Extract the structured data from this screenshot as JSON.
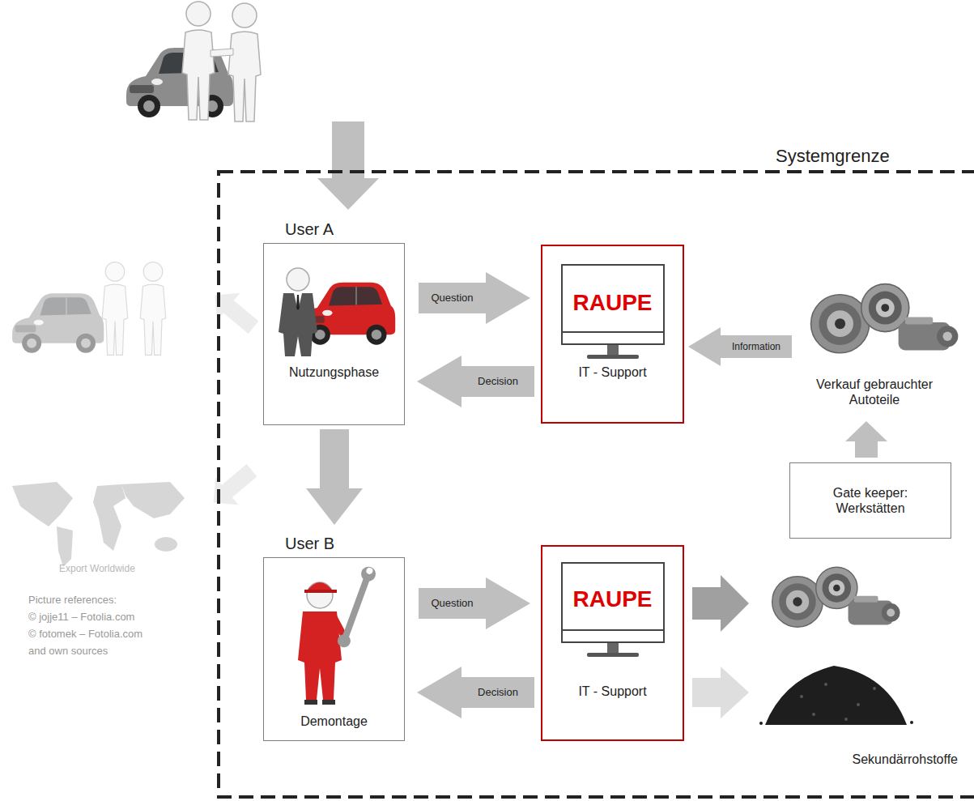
{
  "diagram": {
    "nodes": [
      {
        "text": [
          "User A",
          "Nutzungsphase"
        ]
      },
      {
        "text": [
          "RAUPE",
          "IT - Support"
        ]
      },
      {
        "text": [
          "Verkauf gebrauchter Autoteile"
        ]
      },
      {
        "text": [
          "Gate keeper: Werkstätten"
        ]
      },
      {
        "text": [
          "User B",
          "Demontage"
        ]
      },
      {
        "text": [
          "RAUPE",
          "IT - Support"
        ]
      },
      {
        "text": [
          "Sekundärrohstoffe"
        ]
      }
    ],
    "edges": [
      {
        "from": 0,
        "to": 1,
        "label": "Question",
        "arrow": "to"
      },
      {
        "from": 1,
        "to": 0,
        "label": "Decision",
        "arrow": "to"
      },
      {
        "from": 2,
        "to": 1,
        "label": "Information",
        "arrow": "to"
      },
      {
        "from": 3,
        "to": 2,
        "arrow": "to"
      },
      {
        "from": 0,
        "to": 4,
        "arrow": "to"
      },
      {
        "from": 4,
        "to": 5,
        "label": "Question",
        "arrow": "to"
      },
      {
        "from": 5,
        "to": 4,
        "label": "Decision",
        "arrow": "to"
      },
      {
        "from": 5,
        "to": 6,
        "arrow": "to"
      }
    ],
    "labels": [
      "Systemgrenze",
      "Export Worldwide",
      "Picture references:",
      "© jojje11 – Fotolia.com",
      "© fotomek – Fotolia.com",
      "and own sources"
    ]
  }
}
